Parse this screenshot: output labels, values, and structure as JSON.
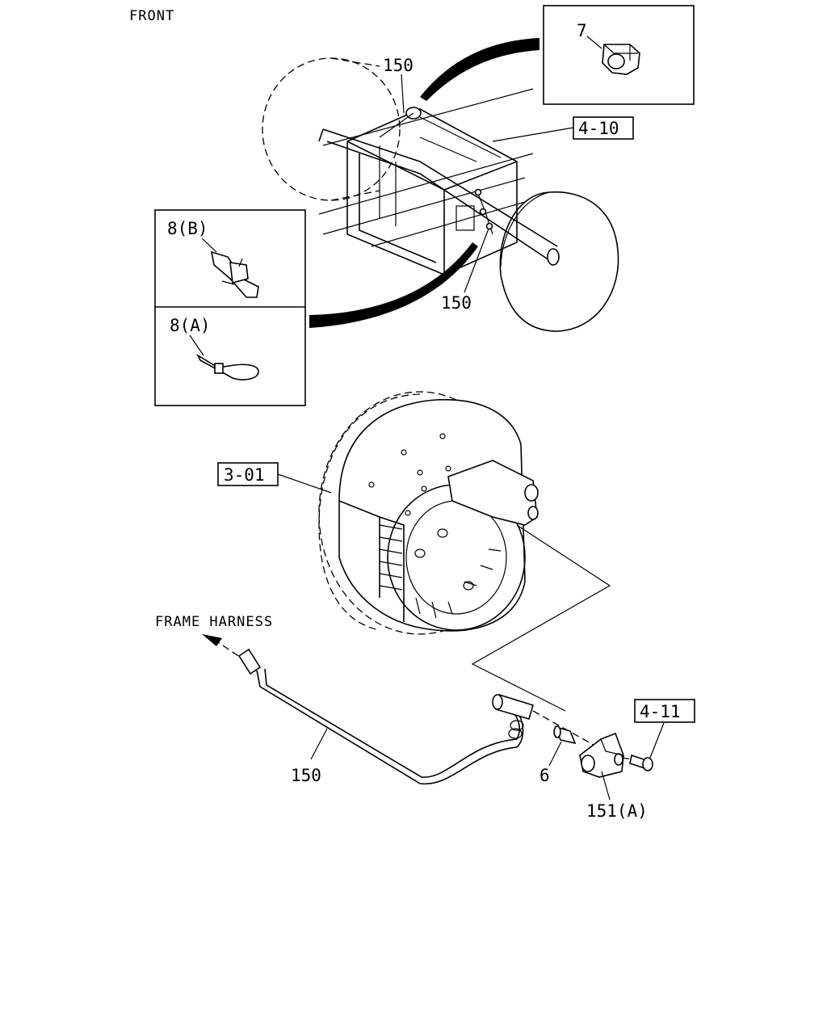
{
  "header": {
    "front": "FRONT"
  },
  "callouts": {
    "item_7": "7",
    "item_8b": "8(B)",
    "item_8a": "8(A)",
    "item_150_top": "150",
    "item_150_mid": "150",
    "item_150_bottom": "150",
    "item_6": "6",
    "item_151a": "151(A)"
  },
  "references": {
    "ref_4_10": "4-10",
    "ref_3_01": "3-01",
    "ref_4_11": "4-11"
  },
  "annotations": {
    "frame_harness": "FRAME HARNESS"
  }
}
